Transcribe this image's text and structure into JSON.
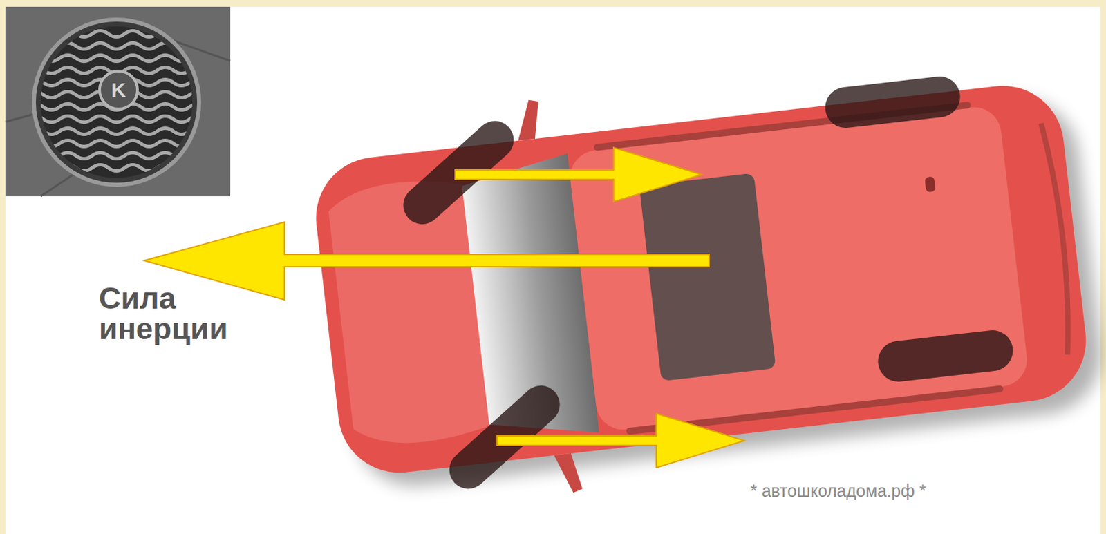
{
  "diagram": {
    "labels": [
      "K",
      "Сила инерции",
      "* автошколадома.рф *"
    ]
  }
}
